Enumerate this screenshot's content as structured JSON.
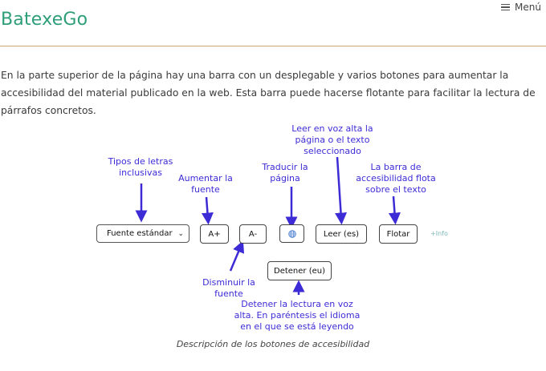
{
  "header": {
    "brand": "BatexeGo",
    "menu_label": "Menú",
    "menu_icon": "hamburger-icon"
  },
  "intro_text": "En la parte superior de la página hay una barra con un desplegable y varios botones para aumentar la accesibilidad del material publicado en la web. Esta barra puede hacerse flotante para facilitar la lectura de párrafos concretos.",
  "toolbar": {
    "font_select_value": "Fuente estándar",
    "increase_label": "A+",
    "decrease_label": "A-",
    "translate_icon": "globe-icon",
    "read_label": "Leer (es)",
    "float_label": "Flotar",
    "info_label": "+Info",
    "stop_label": "Detener (eu)"
  },
  "annotations": {
    "fonts": "Tipos de letras inclusivas",
    "increase": "Aumentar la fuente",
    "translate": "Traducir la página",
    "read": "Leer en voz alta la página o el texto seleccionado",
    "float": "La barra de accesibilidad flota sobre el texto",
    "decrease": "Disminuir la fuente",
    "stop": "Detener la lectura en voz alta. En paréntesis el idioma en el que se está leyendo"
  },
  "caption": "Descripción de los botones de accesibilidad",
  "colors": {
    "brand": "#2e9e7a",
    "annotation": "#3d2bd6",
    "rule": "#c9a86a",
    "info": "#7fb7b7"
  }
}
